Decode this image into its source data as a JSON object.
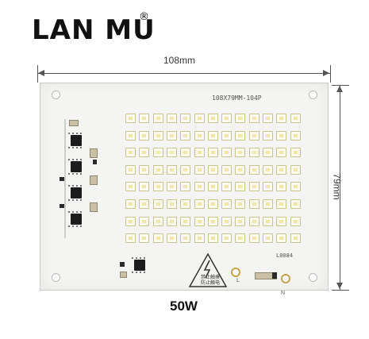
{
  "brand": {
    "name": "LAN MU",
    "registered_mark": "®"
  },
  "dimensions": {
    "width_label": "108mm",
    "height_label": "79mm"
  },
  "board": {
    "model_marking": "108X79MM-104P",
    "code_marking": "L0084",
    "terminal_left": "L",
    "terminal_right": "N",
    "warning_text": "禁止触摸 防止触电",
    "led_rows": 8,
    "led_columns": 13,
    "led_count": 104
  },
  "caption": {
    "wattage": "50W"
  },
  "colors": {
    "board": "#f4f4f2",
    "led_body": "#fbfbf0",
    "chip": "#1c1c1c"
  }
}
